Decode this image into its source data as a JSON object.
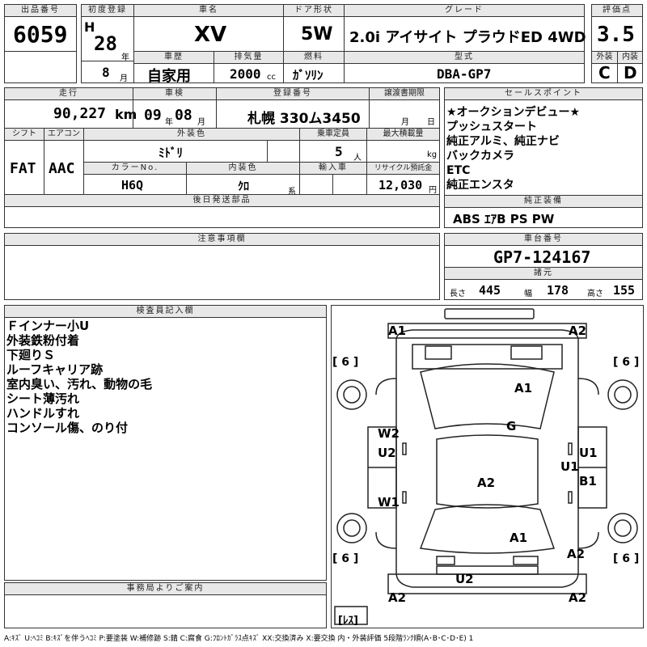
{
  "header": {
    "lot_label": "出品番号",
    "lot_no": "6059",
    "first_reg_label": "初度登録",
    "era": "H",
    "year": "28",
    "year_unit": "年",
    "month": "8",
    "month_unit": "月",
    "car_name_label": "車名",
    "car_name": "XV",
    "door_label": "ドア形状",
    "door": "5W",
    "grade_label": "グレード",
    "grade": "2.0i アイサイト プラウドED 4WD",
    "score_label": "評価点",
    "score": "3.5",
    "history_label": "車歴",
    "history": "自家用",
    "displacement_label": "排気量",
    "displacement": "2000",
    "displacement_unit": "cc",
    "fuel_label": "燃料",
    "fuel": "ｶﾞｿﾘﾝ",
    "model_label": "型式",
    "model": "DBA-GP7",
    "ext_label": "外装",
    "ext_grade": "C",
    "int_label": "内装",
    "int_grade": "D"
  },
  "row2": {
    "mileage_label": "走行",
    "mileage": "90,227",
    "mileage_unit": "km",
    "inspection_label": "車検",
    "insp_year": "09",
    "insp_year_unit": "年",
    "insp_month": "08",
    "insp_month_unit": "月",
    "reg_no_label": "登録番号",
    "reg_no": "札幌 330ム3450",
    "transfer_label": "譲渡書期限",
    "transfer_month": "月",
    "transfer_day": "日",
    "shift_label": "シフト",
    "shift": "FAT",
    "aircon_label": "エアコン",
    "aircon": "AAC",
    "color_label": "外装色",
    "color": "ﾐﾄﾞﾘ",
    "capacity_label": "乗車定員",
    "capacity": "5",
    "capacity_unit": "人",
    "load_label": "最大積載量",
    "load_unit": "kg",
    "color_no_label": "カラーNo.",
    "color_no": "H6Q",
    "int_color_label": "内装色",
    "int_color": "ｸﾛ",
    "int_color_unit": "系",
    "import_label": "輸入車",
    "recycle_label": "リサイクル預託金",
    "recycle": "12,030",
    "recycle_unit": "円",
    "later_label": "後日発送部品"
  },
  "sales": {
    "label": "セールスポイント",
    "lines": [
      "★オークションデビュー★",
      "プッシュスタート",
      "純正アルミ、純正ナビ",
      "バックカメラ",
      "ETC",
      "純正エンスタ"
    ]
  },
  "equipment": {
    "label": "純正装備",
    "value": "ABS ｴｱB PS PW"
  },
  "caution": {
    "label": "注意事項欄"
  },
  "chassis": {
    "label": "車台番号",
    "value": "GP7-124167"
  },
  "dims": {
    "label": "諸元",
    "length_label": "長さ",
    "length": "445",
    "width_label": "幅",
    "width": "178",
    "height_label": "高さ",
    "height": "155"
  },
  "inspector": {
    "label": "検査員記入欄",
    "lines": [
      "Ｆインナー小U",
      "外装鉄粉付着",
      "下廻りＳ",
      "ルーフキャリア跡",
      "室内臭い、汚れ、動物の毛",
      "シート薄汚れ",
      "ハンドルすれ",
      "コンソール傷、のり付"
    ]
  },
  "office": {
    "label": "事務局よりご案内"
  },
  "diagram": {
    "marks": [
      "A1",
      "A2",
      "A1",
      "G",
      "W2",
      "U2",
      "U1",
      "U1",
      "B1",
      "A2",
      "W1",
      "A1",
      "A2",
      "U2",
      "A2",
      "A2"
    ],
    "tires": [
      "[ 6 ]",
      "[ 6 ]",
      "[ 6 ]",
      "[ 6 ]"
    ],
    "spare": "[ﾚｽ]"
  },
  "legend": "A:ｷｽﾞ U:ﾍｺﾐ B:ｷｽﾞを伴うﾍｺﾐ P:要塗装 W:補修跡 S:錆 C:腐食 G:ﾌﾛﾝﾄｶﾞﾗｽ点ｷｽﾞ XX:交換済み X:要交換 内・外装評価 5段階ﾗﾝｸ順(A･B･C･D･E) 1"
}
